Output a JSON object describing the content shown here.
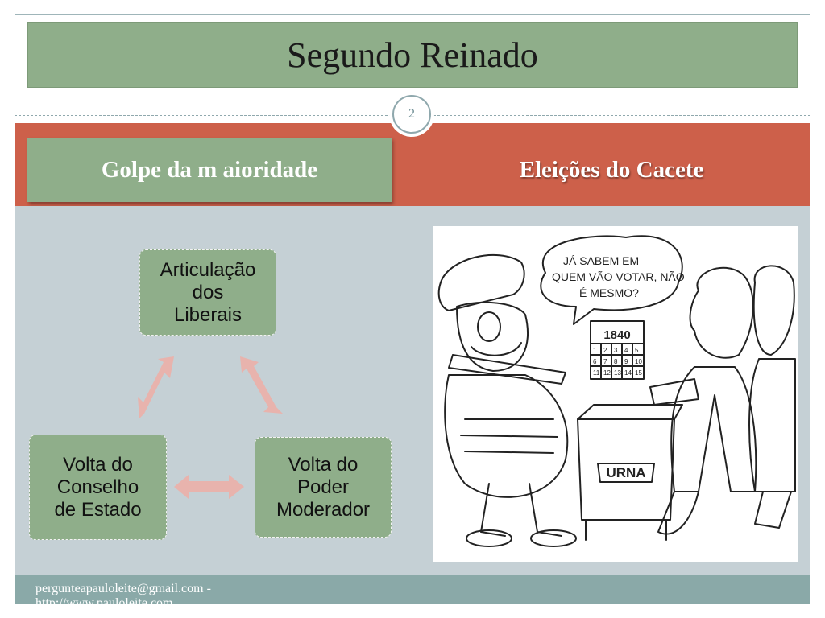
{
  "slide": {
    "title": "Segundo Reinado",
    "number": "2"
  },
  "left": {
    "heading": "Golpe da m aioridade",
    "cycle": {
      "top": "Articulação\ndos\nLiberais",
      "bottom_left": "Volta do\nConselho\nde Estado",
      "bottom_right": "Volta do\nPoder\nModerador"
    }
  },
  "right": {
    "heading": "Eleições do Cacete",
    "cartoon": {
      "speech": [
        "JÁ SABEM EM",
        "QUEM VÃO VOTAR, NÃO",
        "É MESMO?"
      ],
      "calendar_year": "1840",
      "calendar_days": [
        "1",
        "2",
        "3",
        "4",
        "5",
        "6",
        "7",
        "8",
        "9",
        "10",
        "11",
        "12",
        "13",
        "14",
        "15"
      ],
      "box_label": "URNA"
    }
  },
  "footer": {
    "text": "pergunteapauloleite@gmail.com - http://www.pauloleite.com"
  },
  "colors": {
    "green": "#8fae8a",
    "red": "#cd604a",
    "panel": "#c5d0d5",
    "footer": "#8aa9a8",
    "arrow": "#e8b3ad"
  }
}
